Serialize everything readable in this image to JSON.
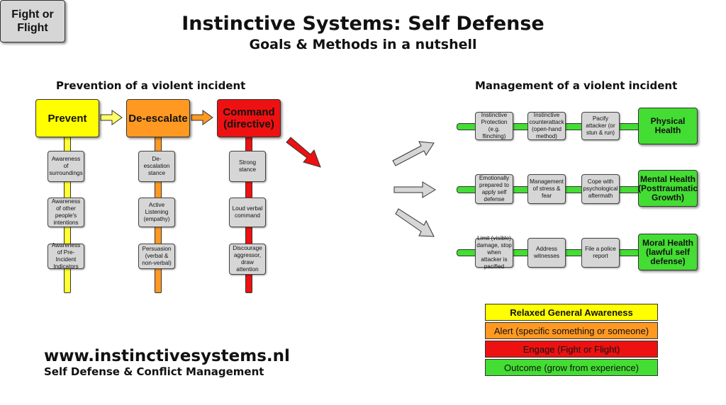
{
  "title": "Instinctive Systems: Self Defense",
  "subtitle": "Goals & Methods in a nutshell",
  "prevention": {
    "heading": "Prevention of a violent incident",
    "columns": [
      {
        "label": "Prevent",
        "color": "#ffff00",
        "items": [
          "Awareness of surroundings",
          "Awareness of other people's intentions",
          "Awareness of Pre-Incident Indicators"
        ]
      },
      {
        "label": "De-escalate",
        "color": "#ff9922",
        "items": [
          "De-escalation stance",
          "Active Listening (empathy)",
          "Persuasion (verbal & non-verbal)"
        ]
      },
      {
        "label": "Command (directive)",
        "color": "#ee1111",
        "items": [
          "Strong stance",
          "Loud verbal command",
          "Discourage aggressor, draw attention"
        ]
      }
    ]
  },
  "center": {
    "label": "Fight or Flight"
  },
  "management": {
    "heading": "Management of a violent incident",
    "rows": [
      {
        "steps": [
          "Instinctive Protection (e.g. flinching)",
          "Instinctive counterattack (open-hand method)",
          "Pacify attacker (or stun & run)"
        ],
        "outcome": "Physical Health"
      },
      {
        "steps": [
          "Emotionally prepared to apply self defense",
          "Management of stress & fear",
          "Cope with psychological aftermath"
        ],
        "outcome": "Mental Health (Posttraumatic Growth)"
      },
      {
        "steps": [
          "Limit (visible) damage, stop when attacker is pacified",
          "Address witnesses",
          "File a police report"
        ],
        "outcome": "Moral Health (lawful self defense)"
      }
    ],
    "outcome_color": "#44dd33"
  },
  "legend": [
    {
      "label": "Relaxed General Awareness",
      "color": "#ffff00"
    },
    {
      "label": "Alert (specific something or someone)",
      "color": "#ff9922"
    },
    {
      "label": "Engage (Fight or Flight)",
      "color": "#ee1111"
    },
    {
      "label": "Outcome (grow from experience)",
      "color": "#44dd33"
    }
  ],
  "footer": {
    "website": "www.instinctivesystems.nl",
    "tagline": "Self Defense & Conflict Management"
  }
}
